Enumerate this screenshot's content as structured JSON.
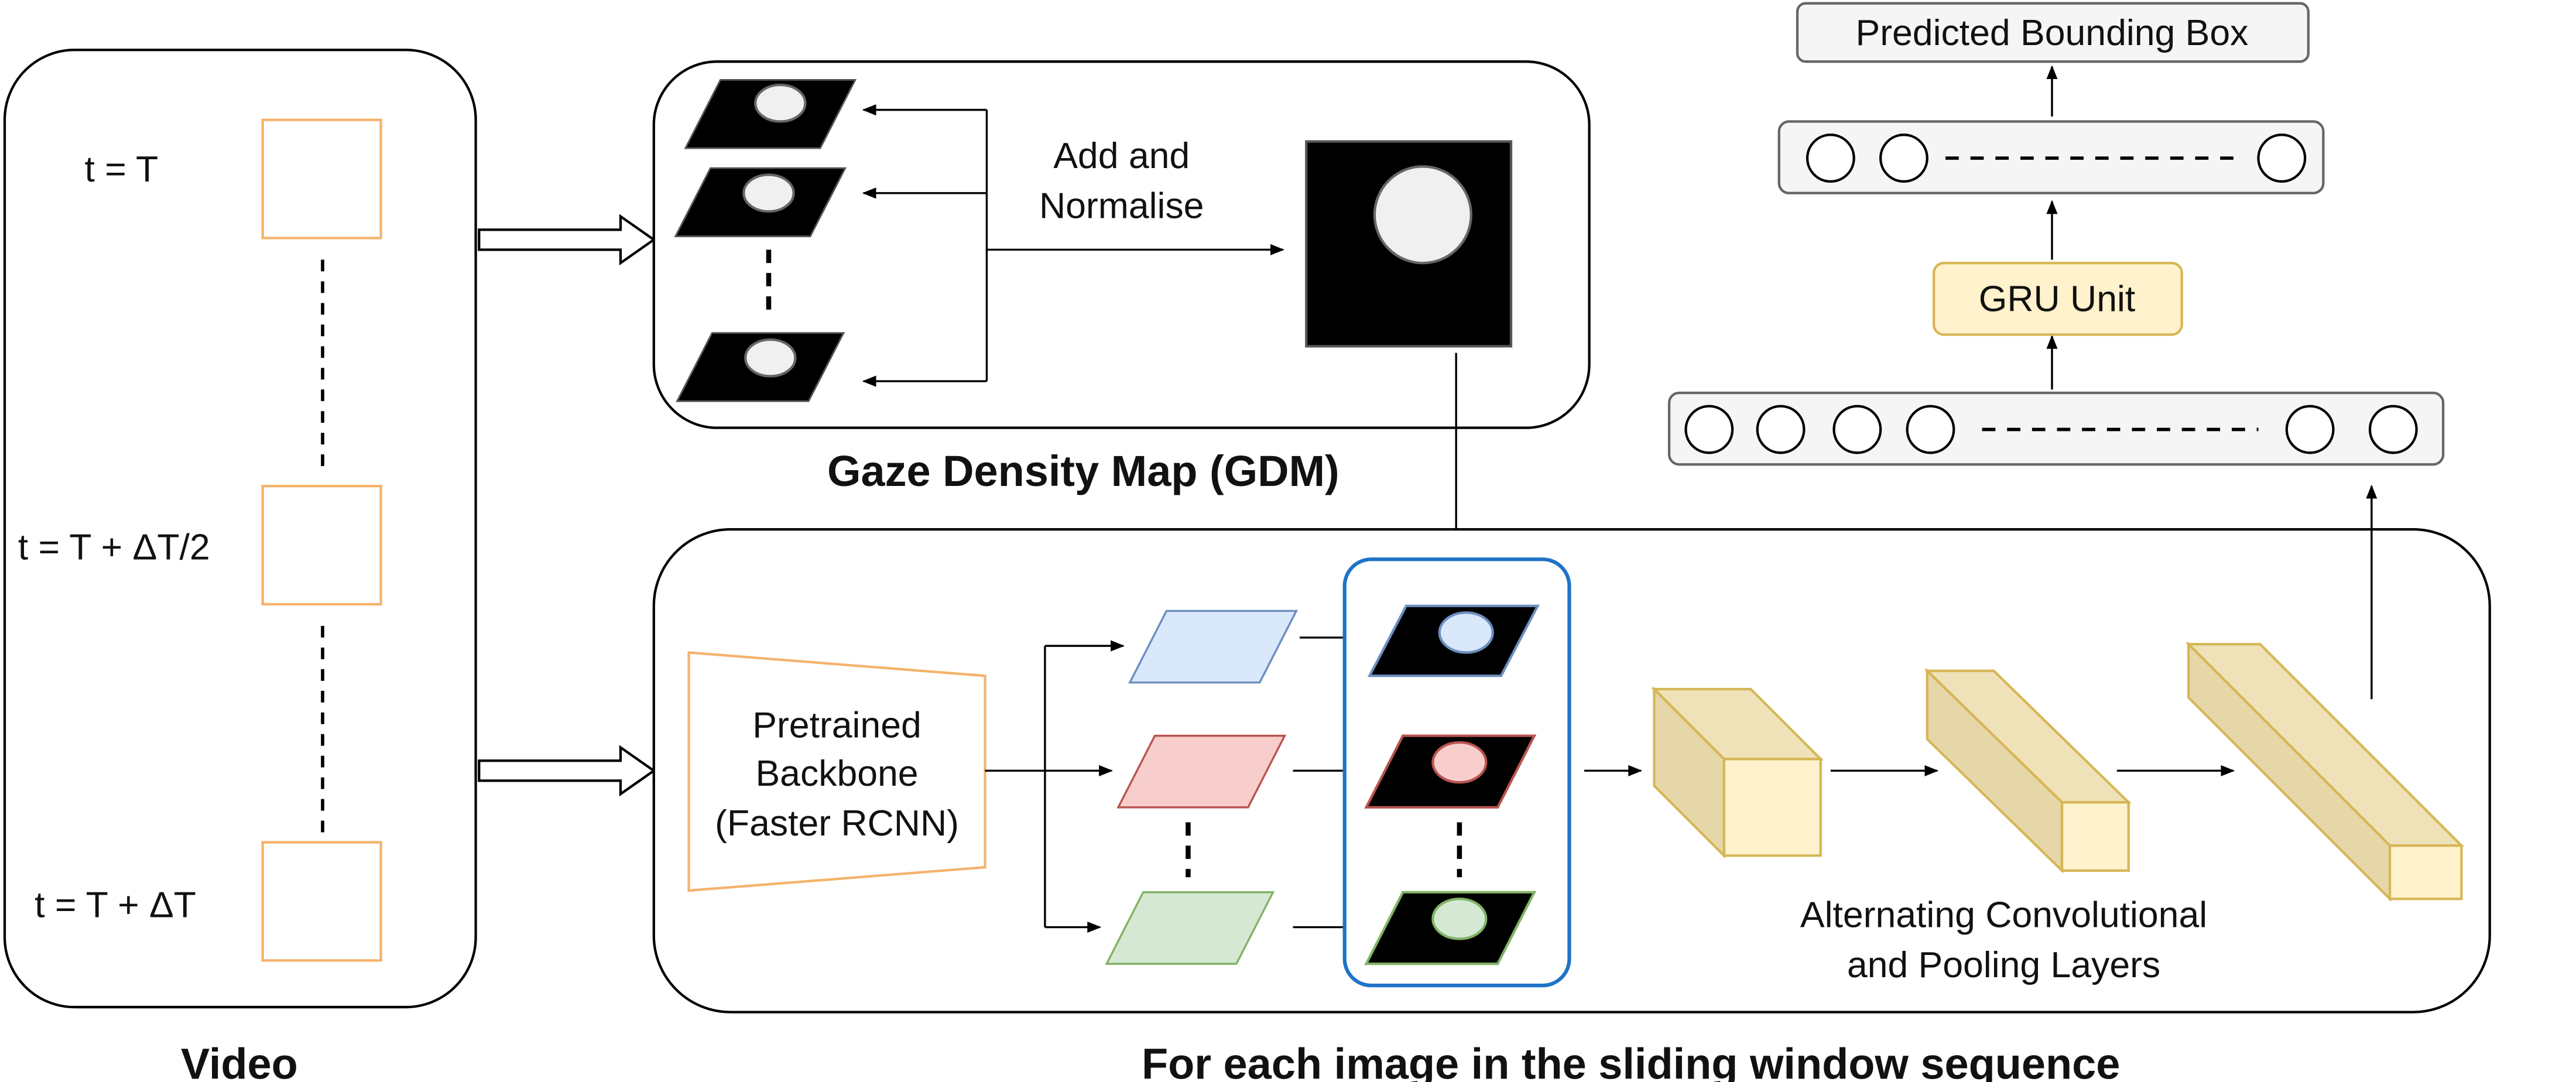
{
  "video": {
    "title": "Video",
    "t_start": "t = T",
    "t_mid": "t = T + ΔT/2",
    "t_end": "t = T + ΔT"
  },
  "gdm": {
    "title": "Gaze Density Map (GDM)",
    "add_label_line1": "Add and",
    "add_label_line2": "Normalise"
  },
  "sliding": {
    "title": "For each image in the sliding window sequence",
    "backbone_line1": "Pretrained",
    "backbone_line2": "Backbone",
    "backbone_line3": "(Faster RCNN)",
    "conv_line1": "Alternating Convolutional",
    "conv_line2": "and Pooling Layers"
  },
  "rnn": {
    "gru_label": "GRU Unit",
    "output_label": "Predicted Bounding Box"
  },
  "colors": {
    "frame_border": "#f5b26b",
    "blue_fill": "#dae8fc",
    "blue_stroke": "#6c8ebf",
    "red_fill": "#f8cecc",
    "red_stroke": "#b85450",
    "green_fill": "#d5e8d4",
    "green_stroke": "#82b366",
    "highlight_border": "#1e73c8",
    "cube_front": "#fff2cc",
    "cube_side": "#e6d7a8",
    "cube_stroke": "#d6b656",
    "gru_fill": "#fff2cc",
    "gray_box_fill": "#f5f5f5",
    "gray_box_stroke": "#666666"
  }
}
